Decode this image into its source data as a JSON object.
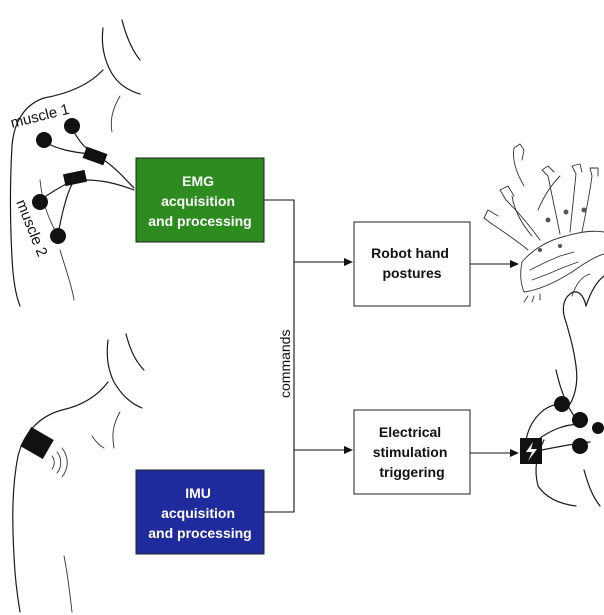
{
  "labels": {
    "muscle1": "muscle 1",
    "muscle2": "muscle 2",
    "commands": "commands"
  },
  "boxes": {
    "emg": {
      "lines": [
        "EMG",
        "acquisition",
        "and processing"
      ],
      "fill": "#2e8b1f",
      "text_color": "#ffffff"
    },
    "imu": {
      "lines": [
        "IMU",
        "acquisition",
        "and processing"
      ],
      "fill": "#1f2a9c",
      "text_color": "#ffffff"
    },
    "robot": {
      "lines": [
        "Robot hand",
        "postures"
      ],
      "fill": "#ffffff",
      "text_color": "#111111"
    },
    "stimulation": {
      "lines": [
        "Electrical",
        "stimulation",
        "triggering"
      ],
      "fill": "#ffffff",
      "text_color": "#111111"
    }
  },
  "icons": {
    "imu_sensor": "imu-sensor-icon",
    "stimulator": "lightning-bolt-icon",
    "robot_hand": "robot-hand-icon",
    "human_hand": "human-hand-icon"
  }
}
